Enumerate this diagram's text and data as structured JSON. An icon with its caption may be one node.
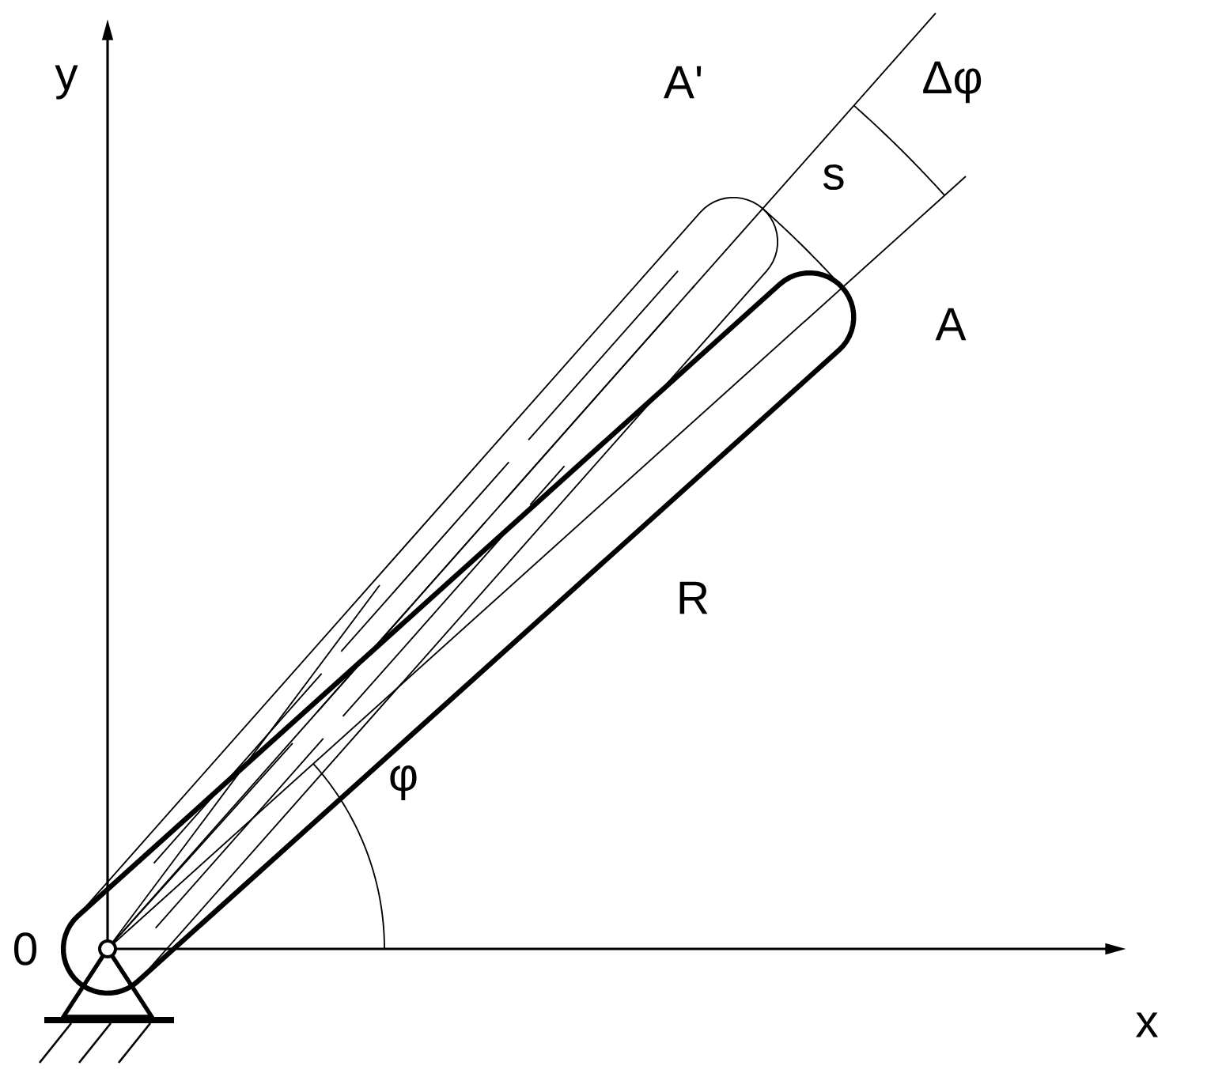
{
  "diagram": {
    "labels": [
      "y",
      "A'",
      "Δφ",
      "s",
      "A",
      "R",
      "φ",
      "0",
      "x"
    ]
  }
}
